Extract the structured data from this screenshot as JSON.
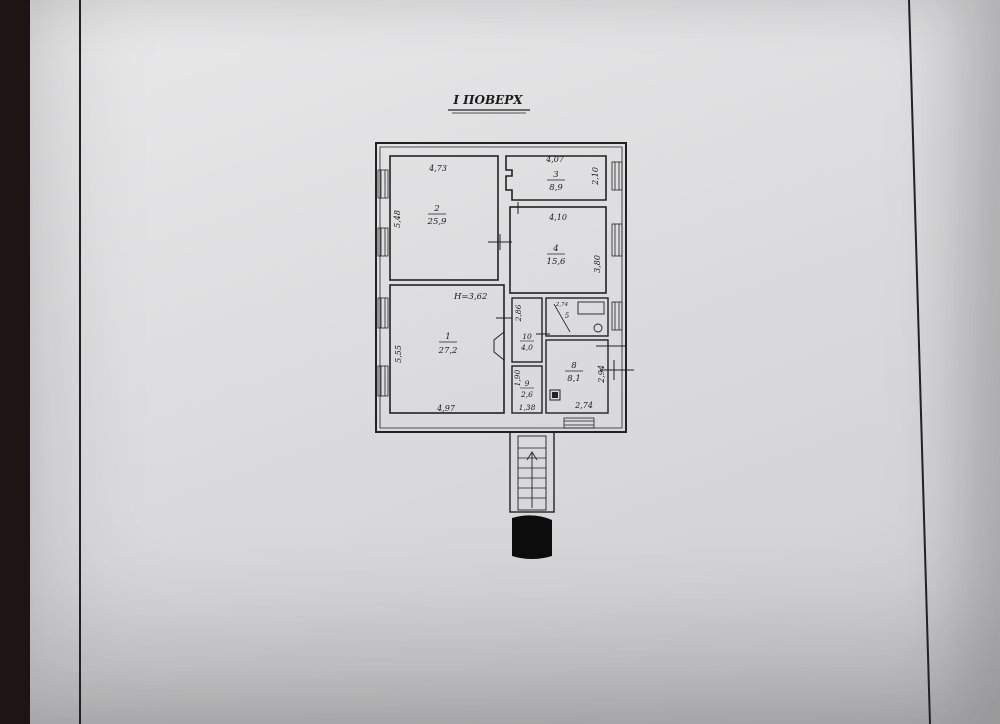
{
  "plan": {
    "title": "І ПОВЕРХ",
    "height_mark": "Н=3,62",
    "rooms": [
      {
        "num": "1",
        "area": "27,2"
      },
      {
        "num": "2",
        "area": "25,9"
      },
      {
        "num": "3",
        "area": "8,9"
      },
      {
        "num": "4",
        "area": "15,6"
      },
      {
        "num": "5",
        "area": ""
      },
      {
        "num": "8",
        "area": "8,1"
      },
      {
        "num": "9",
        "area": "2,6"
      },
      {
        "num": "10",
        "area": "4,0"
      }
    ],
    "dimensions": {
      "d473": "4,73",
      "d548": "5,48",
      "d407": "4,07",
      "d210": "2,10",
      "d410": "4,10",
      "d380": "3,80",
      "d555": "5,55",
      "d497": "4,97",
      "d286": "2,86",
      "d190": "1,90",
      "d138": "1,38",
      "d274": "2,74",
      "d294": "2,94",
      "d274s": "2,74"
    }
  },
  "colors": {
    "paper": "#e3e3e5",
    "ink": "#1a1a1a",
    "background": "#1c1513"
  }
}
